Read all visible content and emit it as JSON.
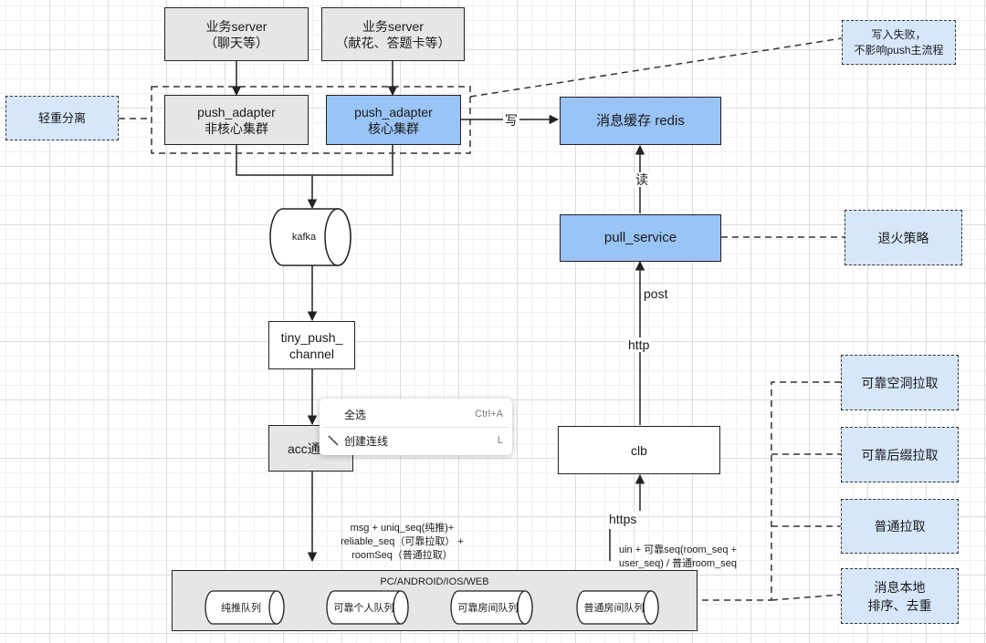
{
  "biz_server_1": {
    "line1": "业务server",
    "line2": "（聊天等）"
  },
  "biz_server_2": {
    "line1": "业务server",
    "line2": "（献花、答题卡等）"
  },
  "write_fail_note": {
    "line1": "写入失败，",
    "line2": "不影响push主流程"
  },
  "light_heavy_split": "轻重分离",
  "push_adapter_noncore": {
    "line1": "push_adapter",
    "line2": "非核心集群"
  },
  "push_adapter_core": {
    "line1": "push_adapter",
    "line2": "核心集群"
  },
  "edge_write": "写",
  "redis": "消息缓存 redis",
  "edge_read": "读",
  "kafka": "kafka",
  "pull_service": "pull_service",
  "annealing": "退火策略",
  "tiny_push": {
    "line1": "tiny_push_",
    "line2": "channel"
  },
  "edge_post": "post",
  "edge_http": "http",
  "reliable_hole": "可靠空洞拉取",
  "reliable_suffix": "可靠后缀拉取",
  "normal_pull": "普通拉取",
  "local_sort": {
    "line1": "消息本地",
    "line2": "排序、去重"
  },
  "acc": "acc通",
  "clb": "clb",
  "edge_https": "https",
  "context_menu": {
    "select_all": "全选",
    "select_all_key": "Ctrl+A",
    "create_link": "创建连线",
    "create_link_key": "L"
  },
  "msg_note": {
    "line1": "msg + uniq_seq(纯推)+",
    "line2": "reliable_seq（可靠拉取） +",
    "line3": "roomSeq（普通拉取）"
  },
  "uin_note": {
    "line1": "uin + 可靠seq(room_seq +",
    "line2": "user_seq) / 普通room_seq"
  },
  "client": {
    "label": "PC/ANDROID/IOS/WEB",
    "queues": [
      "纯推队列",
      "可靠个人队列",
      "可靠房间队列",
      "普通房间队列"
    ]
  },
  "colors": {
    "blue_node": "#99c4f5",
    "light_blue_note": "#d6e7fb",
    "gray_node": "#e6e6e6"
  }
}
